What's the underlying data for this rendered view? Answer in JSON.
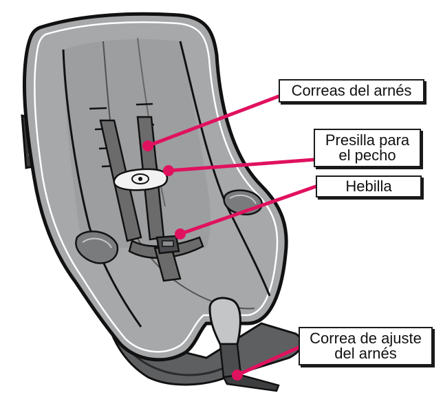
{
  "labels": {
    "harness_straps": "Correas del arnés",
    "chest_clip_line1": "Presilla para",
    "chest_clip_line2": "el pecho",
    "buckle": "Hebilla",
    "adjuster_line1": "Correa de ajuste",
    "adjuster_line2": "del arnés"
  },
  "colors": {
    "leader_line": "#e0115f",
    "seat_fabric": "#a7a8aa",
    "seat_shadow": "#8e8f91",
    "harness_strap": "#6b6b6b",
    "outline": "#111111",
    "chest_clip": "#f2f2f2"
  }
}
